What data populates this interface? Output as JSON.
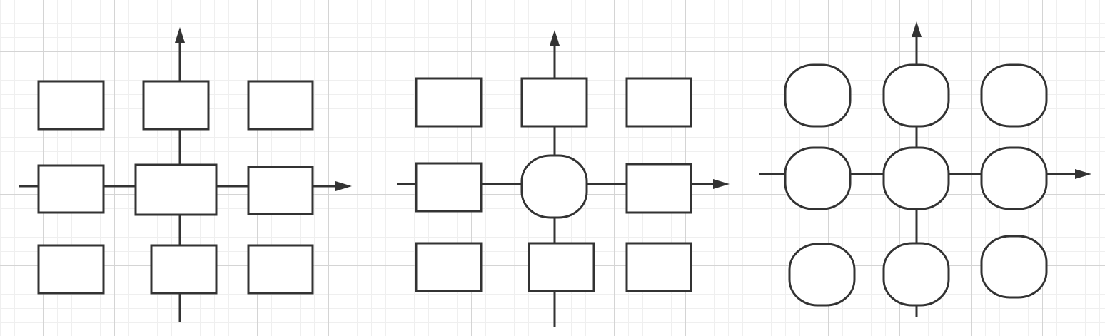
{
  "colors": {
    "stroke": "#333333",
    "fill": "#ffffff",
    "grid_major": "#d4d4d4",
    "grid_minor": "#efefef"
  },
  "diagrams": [
    {
      "id": "rect-grid",
      "center_shape": "rectangle",
      "outer_shapes": "rectangle",
      "grid": "3x3",
      "arrows": [
        "up",
        "right"
      ]
    },
    {
      "id": "circle-center-grid",
      "center_shape": "rounded",
      "outer_shapes": "rectangle",
      "grid": "3x3",
      "arrows": [
        "up",
        "right"
      ]
    },
    {
      "id": "rounded-grid",
      "center_shape": "rounded",
      "outer_shapes": "rounded",
      "grid": "3x3",
      "arrows": [
        "up",
        "right"
      ]
    }
  ]
}
